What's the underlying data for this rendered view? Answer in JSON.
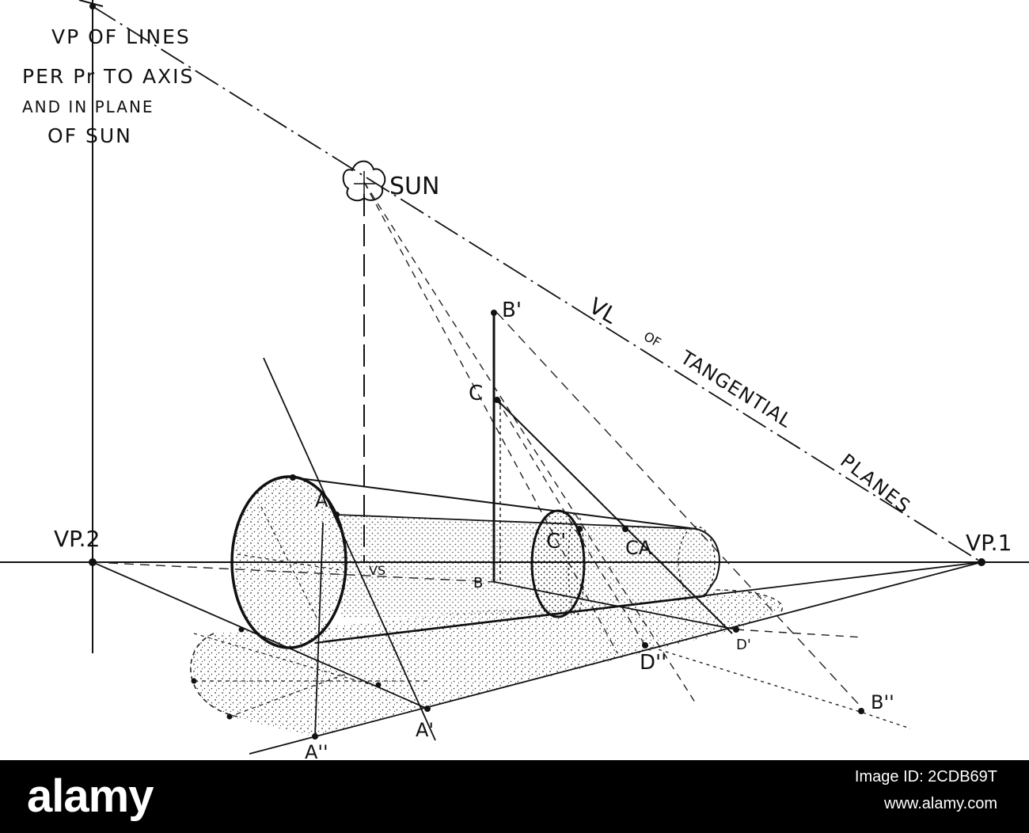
{
  "diagram": {
    "note_lines": [
      "VP  OF  LINES",
      "PER Pr  TO  AXIS",
      "AND  IN  PLANE",
      "OF  SUN"
    ],
    "sun_label": "SUN",
    "tangential_label_parts": [
      "VL",
      "OF",
      "TANGENTIAL",
      "PLANES"
    ],
    "labels": {
      "vp2": "VP.2",
      "vp1": "VP.1",
      "vs": "VS",
      "a": "A",
      "b": "B",
      "b_prime": "B'",
      "c": "C",
      "c_prime": "C'",
      "c_a": "CA",
      "d_prime": "D'",
      "d_double": "D''",
      "a_prime": "A'",
      "a_double": "A''",
      "b_double": "B''"
    }
  },
  "footer": {
    "logo": "alamy",
    "image_id": "Image ID: 2CDB69T",
    "url": "www.alamy.com"
  }
}
